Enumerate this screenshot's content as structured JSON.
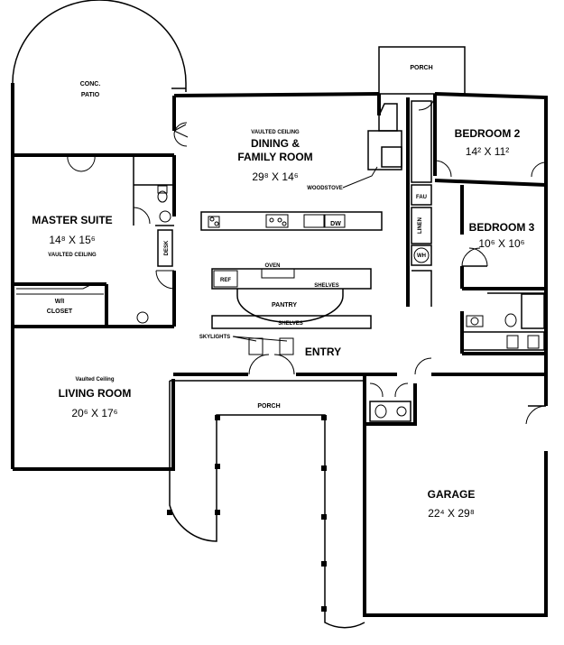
{
  "rooms": {
    "conc_patio_1": "CONC.",
    "conc_patio_2": "PATIO",
    "porch_top": "PORCH",
    "dining_ceiling": "VAULTED CEILING",
    "dining_name_1": "DINING &",
    "dining_name_2": "FAMILY ROOM",
    "dining_dim": "29⁸ X 14⁶",
    "woodstove": "WOODSTOVE",
    "bedroom2_name": "BEDROOM 2",
    "bedroom2_dim": "14² X 11²",
    "bedroom3_name": "BEDROOM 3",
    "bedroom3_dim": "10⁶ X 10⁶",
    "master_name": "MASTER SUITE",
    "master_dim": "14⁸ X 15⁶",
    "master_ceiling": "VAULTED CEILING",
    "desk": "DESK",
    "wi_closet_1": "W/I",
    "wi_closet_2": "CLOSET",
    "oven": "OVEN",
    "ref": "REF",
    "shelves_1": "SHELVES",
    "pantry": "PANTRY",
    "shelves_2": "SHELVES",
    "skylights": "SKYLIGHTS",
    "entry": "ENTRY",
    "fau": "FAU",
    "linen": "LINEN",
    "wh": "WH",
    "dw": "DW",
    "living_ceiling": "Vaulted Ceiling",
    "living_name": "LIVING ROOM",
    "living_dim": "20⁶ X 17⁶",
    "porch_front": "PORCH",
    "garage_name": "GARAGE",
    "garage_dim": "22⁴ X 29⁸"
  }
}
